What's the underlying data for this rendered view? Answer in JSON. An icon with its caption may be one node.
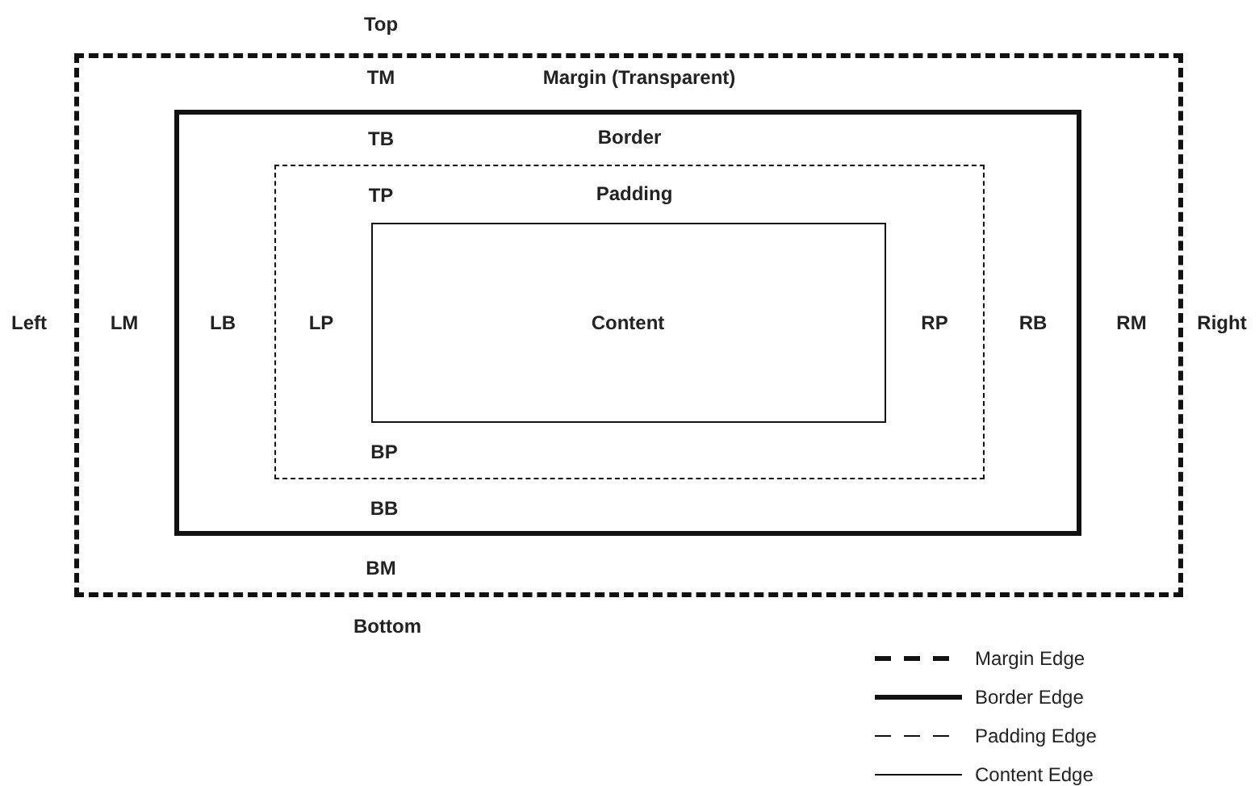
{
  "diagram": {
    "nodes": [
      {
        "text": [
          "Margin (Transparent)"
        ]
      },
      {
        "text": [
          "Border"
        ],
        "in": 0
      },
      {
        "text": [
          "Padding"
        ],
        "in": 1
      },
      {
        "text": [
          "Content"
        ],
        "in": 2
      }
    ],
    "labels": [
      "Top",
      "TM",
      "TB",
      "TP",
      "Left",
      "LM",
      "LB",
      "LP",
      "RP",
      "RB",
      "RM",
      "Right",
      "BP",
      "BB",
      "BM",
      "Bottom"
    ],
    "legend": [
      {
        "text": "Margin Edge"
      },
      {
        "text": "Border Edge"
      },
      {
        "text": "Padding Edge"
      },
      {
        "text": "Content Edge"
      }
    ]
  }
}
